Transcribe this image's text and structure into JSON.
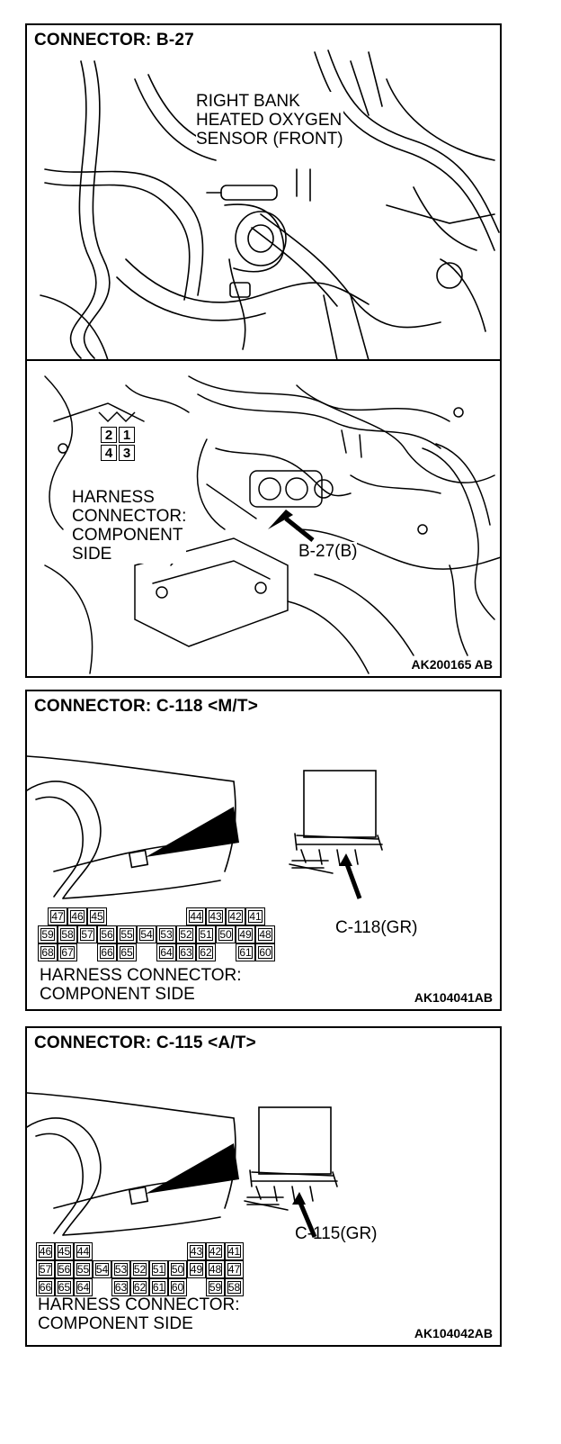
{
  "panel1": {
    "title": "CONNECTOR: B-27",
    "sensor_label_lines": [
      "RIGHT BANK",
      "HEATED OXYGEN",
      "SENSOR (FRONT)"
    ],
    "key_pins": [
      "2",
      "1",
      "4",
      "3"
    ],
    "harness_label_lines": [
      "HARNESS",
      "CONNECTOR:",
      "COMPONENT",
      "SIDE"
    ],
    "pointer_label": "B-27(B)",
    "code": "AK200165 AB"
  },
  "panel2": {
    "title": "CONNECTOR: C-118 <M/T>",
    "pointer_label": "C-118(GR)",
    "harness_label_lines": [
      "HARNESS CONNECTOR:",
      "COMPONENT SIDE"
    ],
    "code": "AK104041AB",
    "pin_rows": [
      [
        "47",
        "46",
        "45",
        "",
        "",
        "",
        "",
        "44",
        "43",
        "42",
        "41"
      ],
      [
        "59",
        "58",
        "57",
        "56",
        "55",
        "54",
        "53",
        "52",
        "51",
        "50",
        "49",
        "48"
      ],
      [
        "68",
        "67",
        "",
        "66",
        "65",
        "",
        "64",
        "63",
        "62",
        "",
        "61",
        "60"
      ]
    ]
  },
  "panel3": {
    "title": "CONNECTOR: C-115 <A/T>",
    "pointer_label": "C-115(GR)",
    "harness_label_lines": [
      "HARNESS CONNECTOR:",
      "COMPONENT SIDE"
    ],
    "code": "AK104042AB",
    "pin_rows": [
      [
        "46",
        "45",
        "44",
        "",
        "",
        "",
        "",
        "",
        "43",
        "42",
        "41"
      ],
      [
        "57",
        "56",
        "55",
        "54",
        "53",
        "52",
        "51",
        "50",
        "49",
        "48",
        "47"
      ],
      [
        "66",
        "65",
        "64",
        "",
        "63",
        "62",
        "61",
        "60",
        "",
        "59",
        "58"
      ]
    ]
  }
}
